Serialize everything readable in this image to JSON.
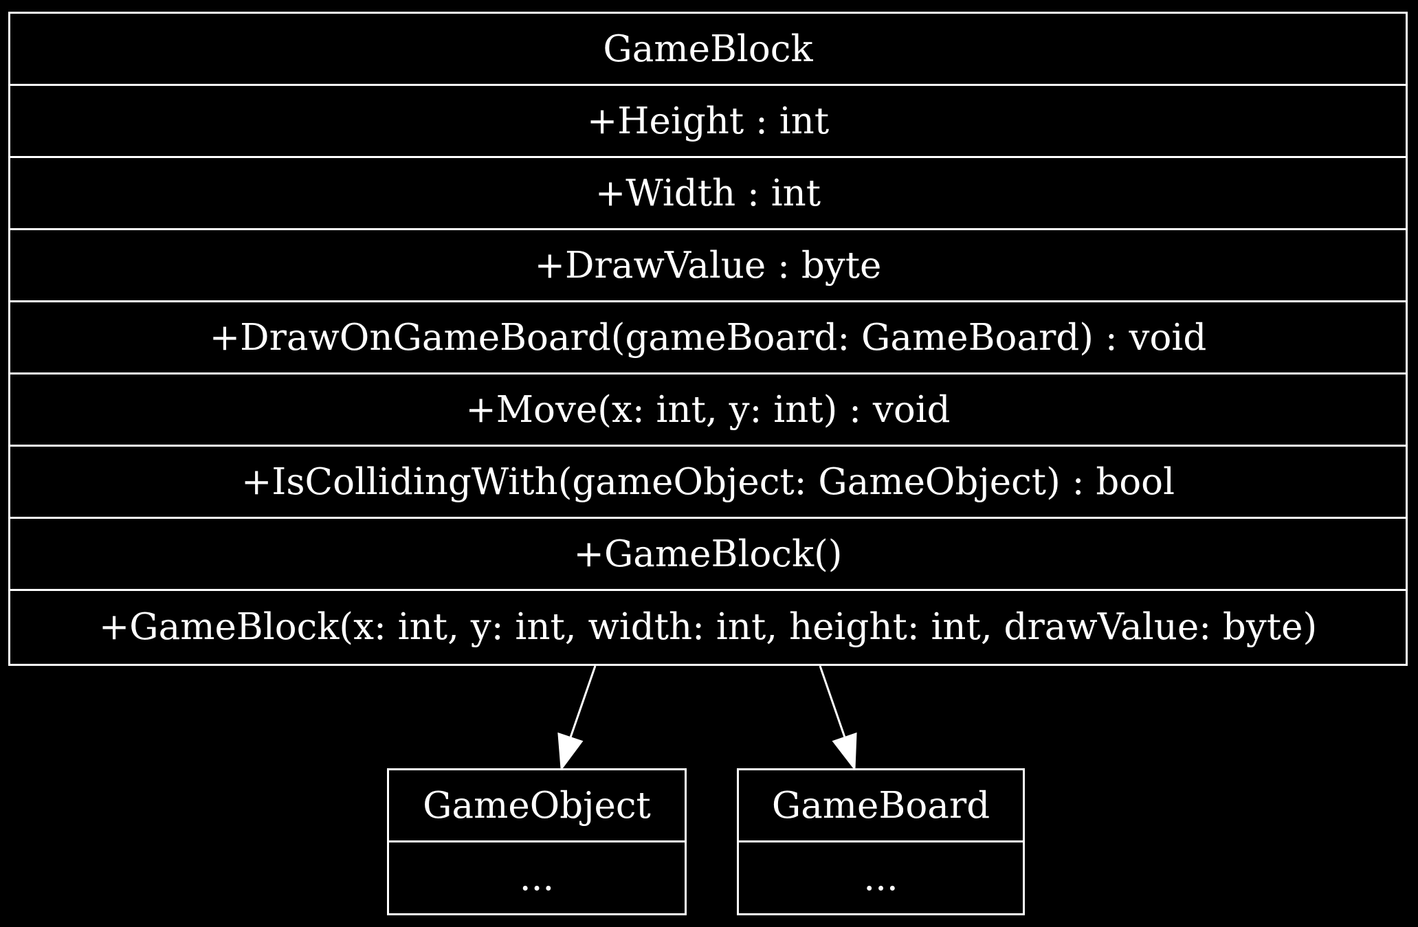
{
  "diagram": {
    "main_class": {
      "name": "GameBlock",
      "members": [
        "+Height : int",
        "+Width : int",
        "+DrawValue : byte",
        "+DrawOnGameBoard(gameBoard: GameBoard) : void",
        "+Move(x: int, y: int) : void",
        "+IsCollidingWith(gameObject: GameObject) : bool",
        "+GameBlock()",
        "+GameBlock(x: int, y: int, width: int, height: int, drawValue: byte)"
      ]
    },
    "related_classes": [
      {
        "name": "GameObject",
        "body": "..."
      },
      {
        "name": "GameBoard",
        "body": "..."
      }
    ],
    "edges": [
      {
        "from": "GameBlock",
        "to": "GameObject"
      },
      {
        "from": "GameBlock",
        "to": "GameBoard"
      }
    ],
    "colors": {
      "background": "#000000",
      "stroke": "#ffffff",
      "text": "#ffffff"
    }
  }
}
